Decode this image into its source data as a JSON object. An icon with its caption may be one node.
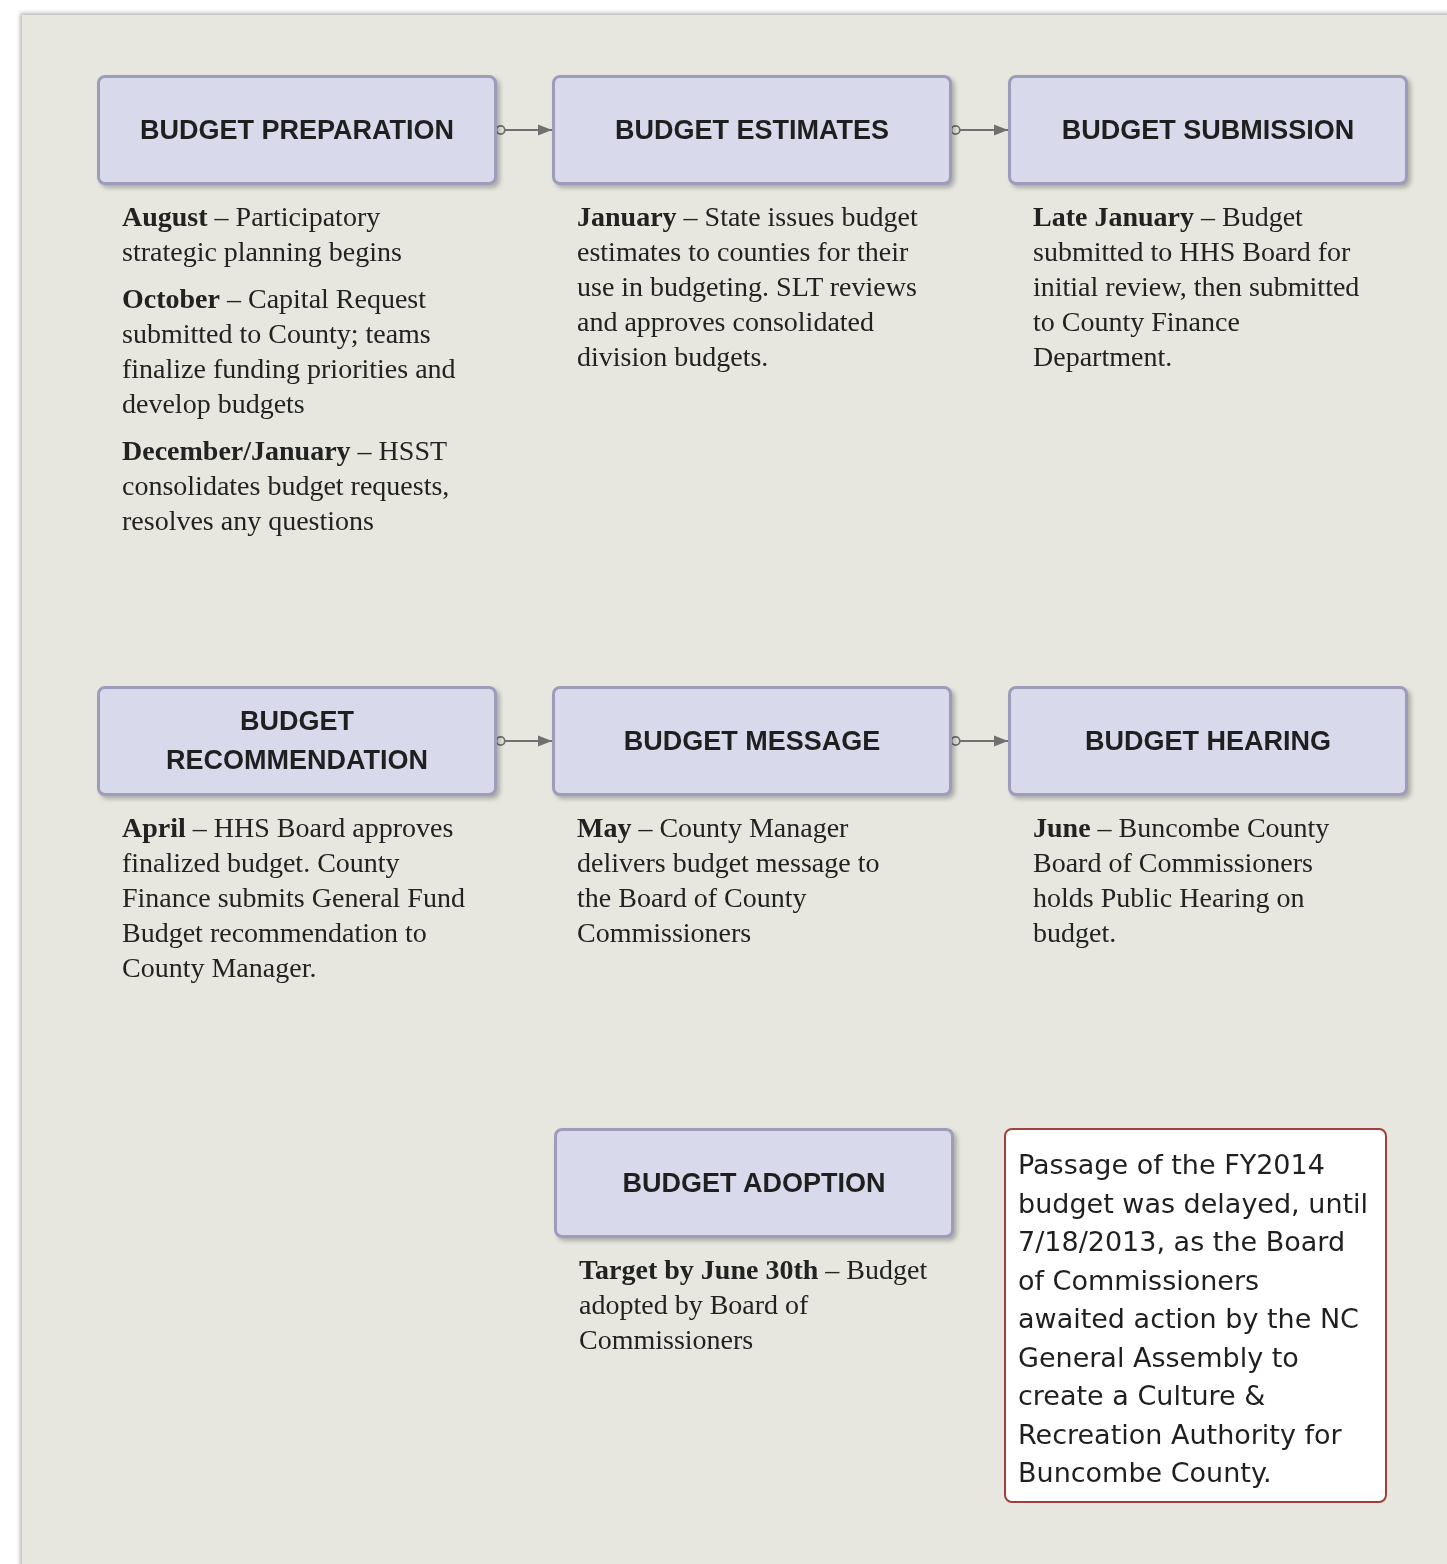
{
  "diagram": {
    "nodes": [
      {
        "text": [
          "BUDGET PREPARATION"
        ],
        "beside": [
          "**August** – Participatory strategic planning begins",
          "**October** – Capital Request submitted to County; teams finalize funding priorities and develop budgets",
          "**December/January** – HSST consolidates budget requests, resolves any questions"
        ]
      },
      {
        "text": [
          "BUDGET ESTIMATES"
        ],
        "beside": [
          "**January** – State issues budget estimates to counties for their use in budgeting. SLT reviews and approves consolidated division budgets."
        ]
      },
      {
        "text": [
          "BUDGET SUBMISSION"
        ],
        "beside": [
          "**Late January** – Budget submitted to HHS Board for initial review, then submitted to County Finance Department."
        ]
      },
      {
        "text": [
          "BUDGET RECOMMENDATION"
        ],
        "beside": [
          "**April** – HHS Board approves finalized budget. County Finance submits General Fund Budget recommendation to County Manager."
        ]
      },
      {
        "text": [
          "BUDGET MESSAGE"
        ],
        "beside": [
          "**May** – County Manager delivers budget message to the Board of County Commissioners"
        ]
      },
      {
        "text": [
          "BUDGET HEARING"
        ],
        "beside": [
          "**June** – Buncombe County Board of Commissioners holds Public Hearing on budget."
        ]
      },
      {
        "text": [
          "BUDGET ADOPTION"
        ],
        "beside": [
          "**Target by June 30th** – Budget adopted by Board of Commissioners"
        ]
      },
      {
        "text": [
          "Passage of the FY2014 budget was delayed, until 7/18/2013, as the Board of Commissioners awaited action by the NC General Assembly to create a Culture & Recreation Authority for Buncombe County."
        ]
      }
    ],
    "edges": [
      {
        "from": 0,
        "to": 1,
        "arrow": "to"
      },
      {
        "from": 1,
        "to": 2,
        "arrow": "to"
      },
      {
        "from": 3,
        "to": 4,
        "arrow": "to"
      },
      {
        "from": 4,
        "to": 5,
        "arrow": "to"
      }
    ]
  }
}
